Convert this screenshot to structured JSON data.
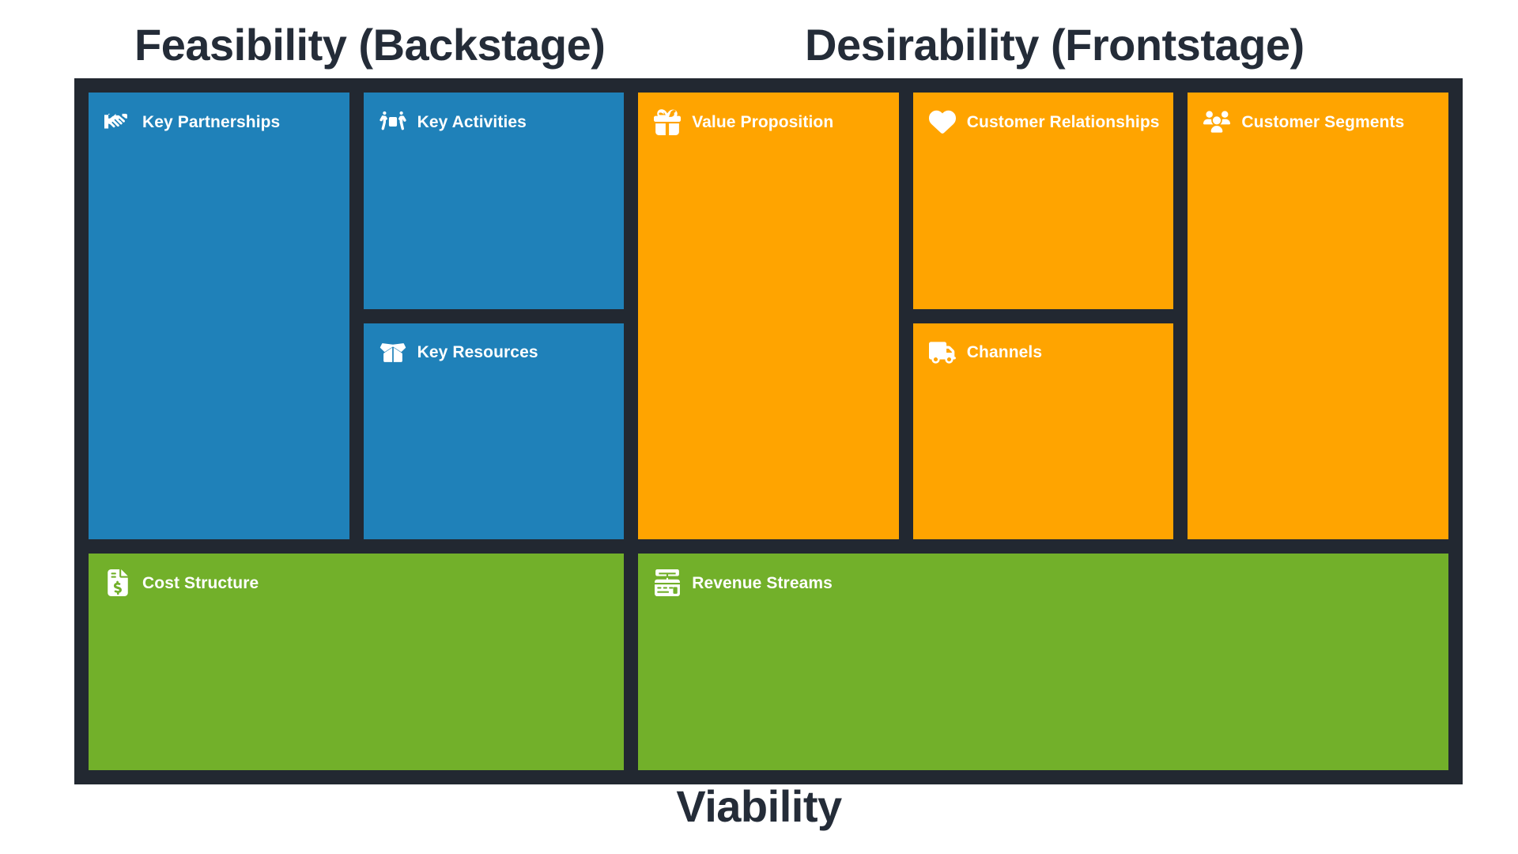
{
  "diagram": {
    "type": "business-model-canvas",
    "titles": {
      "left": "Feasibility (Backstage)",
      "right": "Desirability (Frontstage)",
      "bottom": "Viability"
    },
    "colors": {
      "frame": "#222831",
      "blue": "#1f81b9",
      "orange": "#ffa400",
      "green": "#72b02a",
      "text_dark": "#242c38",
      "text_light": "#ffffff"
    },
    "blocks": [
      {
        "id": "key-partnerships",
        "label": "Key Partnerships",
        "icon": "handshake-icon",
        "color": "blue"
      },
      {
        "id": "key-activities",
        "label": "Key Activities",
        "icon": "people-carrying-icon",
        "color": "blue"
      },
      {
        "id": "key-resources",
        "label": "Key Resources",
        "icon": "open-box-icon",
        "color": "blue"
      },
      {
        "id": "value-proposition",
        "label": "Value Proposition",
        "icon": "gift-icon",
        "color": "orange"
      },
      {
        "id": "customer-relationships",
        "label": "Customer Relationships",
        "icon": "heart-icon",
        "color": "orange"
      },
      {
        "id": "channels",
        "label": "Channels",
        "icon": "truck-icon",
        "color": "orange"
      },
      {
        "id": "customer-segments",
        "label": "Customer Segments",
        "icon": "people-group-icon",
        "color": "orange"
      },
      {
        "id": "cost-structure",
        "label": "Cost Structure",
        "icon": "invoice-dollar-icon",
        "color": "green"
      },
      {
        "id": "revenue-streams",
        "label": "Revenue Streams",
        "icon": "cash-register-icon",
        "color": "green"
      }
    ]
  }
}
